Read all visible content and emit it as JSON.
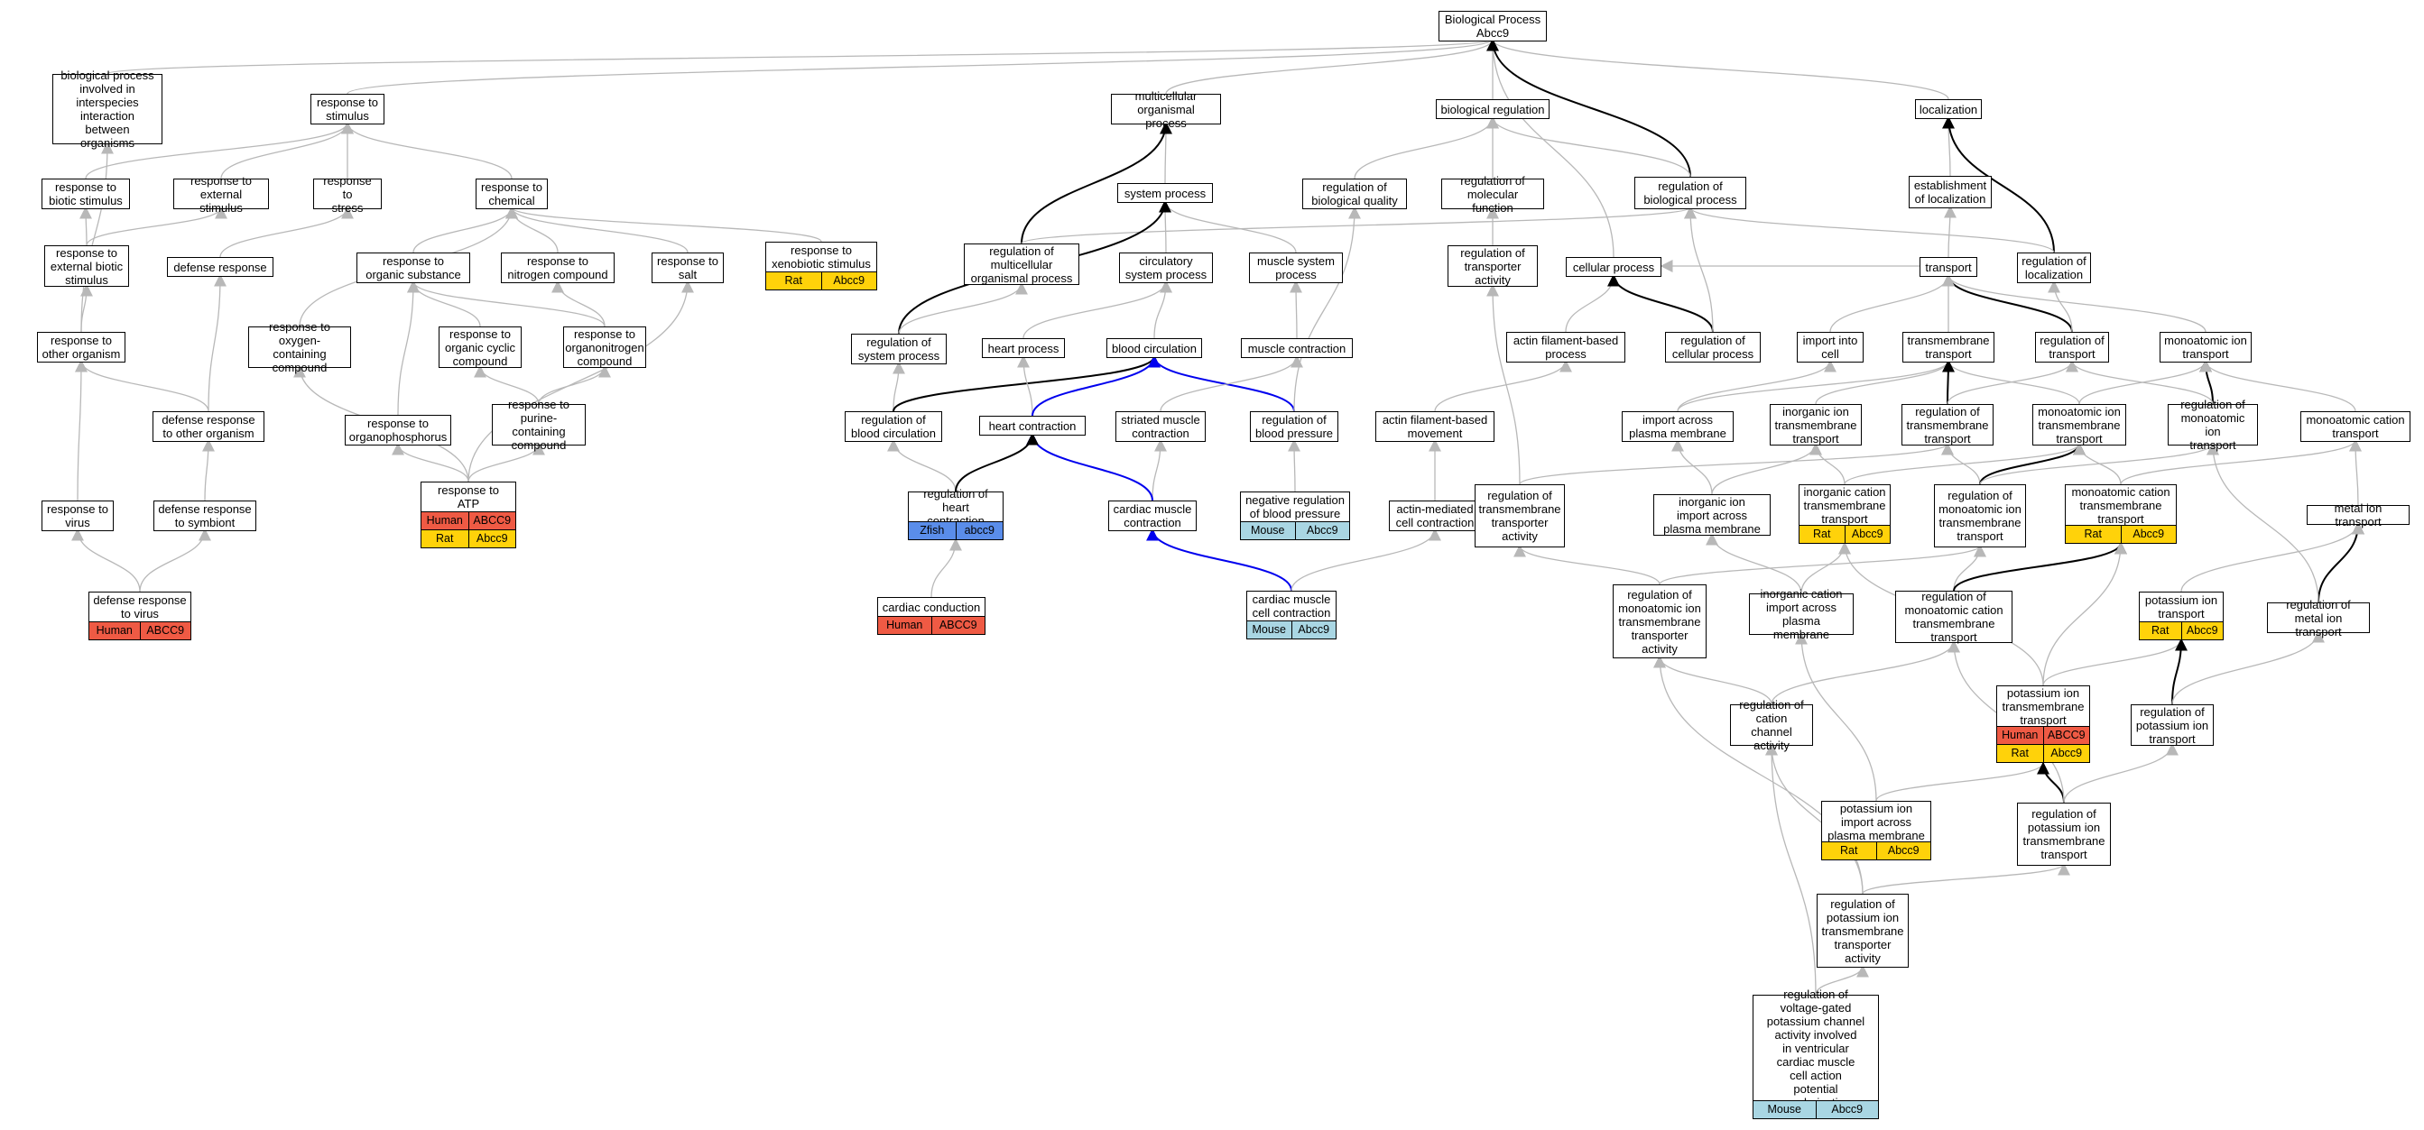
{
  "colors": {
    "Human": "#ef5a44",
    "Rat": "#ffd20a",
    "Mouse": "#a9d6e3",
    "Zfish": "#5a8dea",
    "edge_default": "#b8b8b8",
    "edge_bold": "#000000",
    "edge_blue": "#0000ee"
  },
  "nodes": [
    {
      "id": "bp",
      "label": "Biological Process\nAbcc9"
    },
    {
      "id": "bpinter",
      "label": "biological process\ninvolved in\ninterspecies\ninteraction\nbetween organisms"
    },
    {
      "id": "rstim",
      "label": "response to\nstimulus"
    },
    {
      "id": "mop",
      "label": "multicellular\norganismal process"
    },
    {
      "id": "breg",
      "label": "biological regulation"
    },
    {
      "id": "loc",
      "label": "localization"
    },
    {
      "id": "rbiot",
      "label": "response to\nbiotic stimulus"
    },
    {
      "id": "rext",
      "label": "response to\nexternal stimulus"
    },
    {
      "id": "rstress",
      "label": "response to\nstress"
    },
    {
      "id": "rchem",
      "label": "response to\nchemical"
    },
    {
      "id": "sysp",
      "label": "system process"
    },
    {
      "id": "rbq",
      "label": "regulation of\nbiological quality"
    },
    {
      "id": "rmf",
      "label": "regulation of\nmolecular function"
    },
    {
      "id": "rbp",
      "label": "regulation of\nbiological process"
    },
    {
      "id": "estloc",
      "label": "establishment\nof localization"
    },
    {
      "id": "rxeno",
      "label": "response to\nxenobiotic stimulus",
      "ann": [
        [
          "Rat",
          "Abcc9"
        ]
      ]
    },
    {
      "id": "rextbio",
      "label": "response to\nexternal biotic\nstimulus"
    },
    {
      "id": "defresp",
      "label": "defense response"
    },
    {
      "id": "rorgsub",
      "label": "response to\norganic substance"
    },
    {
      "id": "rnitro",
      "label": "response to\nnitrogen compound"
    },
    {
      "id": "rsalt",
      "label": "response to\nsalt"
    },
    {
      "id": "rmultiop",
      "label": "regulation of\nmulticellular\norganismal process"
    },
    {
      "id": "circsys",
      "label": "circulatory\nsystem process"
    },
    {
      "id": "muscsys",
      "label": "muscle system\nprocess"
    },
    {
      "id": "rtransact",
      "label": "regulation of\ntransporter\nactivity"
    },
    {
      "id": "cellp",
      "label": "cellular process"
    },
    {
      "id": "transport",
      "label": "transport"
    },
    {
      "id": "rlocz",
      "label": "regulation of\nlocalization"
    },
    {
      "id": "rother",
      "label": "response to\nother organism"
    },
    {
      "id": "roxy",
      "label": "response to\noxygen-containing\ncompound"
    },
    {
      "id": "rorgcyc",
      "label": "response to\norganic cyclic\ncompound"
    },
    {
      "id": "rorgnitro",
      "label": "response to\norganonitrogen\ncompound"
    },
    {
      "id": "rsysp",
      "label": "regulation of\nsystem process"
    },
    {
      "id": "heartp",
      "label": "heart process"
    },
    {
      "id": "bloodc",
      "label": "blood circulation"
    },
    {
      "id": "musccon",
      "label": "muscle contraction"
    },
    {
      "id": "actinfp",
      "label": "actin filament-based\nprocess"
    },
    {
      "id": "rcellp",
      "label": "regulation of\ncellular process"
    },
    {
      "id": "importcell",
      "label": "import into\ncell"
    },
    {
      "id": "tmt",
      "label": "transmembrane\ntransport"
    },
    {
      "id": "rtransp",
      "label": "regulation of\ntransport"
    },
    {
      "id": "moit",
      "label": "monoatomic ion\ntransport"
    },
    {
      "id": "defother",
      "label": "defense response\nto other organism"
    },
    {
      "id": "rorgphos",
      "label": "response to\norganophosphorus"
    },
    {
      "id": "rpurine",
      "label": "response to\npurine-containing\ncompound"
    },
    {
      "id": "rbloodc",
      "label": "regulation of\nblood circulation"
    },
    {
      "id": "heartcon",
      "label": "heart contraction"
    },
    {
      "id": "striated",
      "label": "striated muscle\ncontraction"
    },
    {
      "id": "rbloodp",
      "label": "regulation of\nblood pressure"
    },
    {
      "id": "actinmove",
      "label": "actin filament-based\nmovement"
    },
    {
      "id": "importpm",
      "label": "import across\nplasma membrane"
    },
    {
      "id": "iitmt",
      "label": "inorganic ion\ntransmembrane\ntransport"
    },
    {
      "id": "rtmt",
      "label": "regulation of\ntransmembrane\ntransport"
    },
    {
      "id": "moitmt",
      "label": "monoatomic ion\ntransmembrane\ntransport"
    },
    {
      "id": "rmoit",
      "label": "regulation of\nmonoatomic ion\ntransport"
    },
    {
      "id": "mocat",
      "label": "monoatomic cation\ntransport"
    },
    {
      "id": "rvirus",
      "label": "response to\nvirus"
    },
    {
      "id": "defsym",
      "label": "defense response\nto symbiont"
    },
    {
      "id": "ratp",
      "label": "response to\nATP",
      "ann": [
        [
          "Human",
          "ABCC9"
        ],
        [
          "Rat",
          "Abcc9"
        ]
      ]
    },
    {
      "id": "rheartcon",
      "label": "regulation of\nheart contraction",
      "ann": [
        [
          "Zfish",
          "abcc9"
        ]
      ]
    },
    {
      "id": "cardmc",
      "label": "cardiac muscle\ncontraction"
    },
    {
      "id": "negrbp",
      "label": "negative regulation\nof blood pressure",
      "ann": [
        [
          "Mouse",
          "Abcc9"
        ]
      ]
    },
    {
      "id": "actinmed",
      "label": "actin-mediated\ncell contraction"
    },
    {
      "id": "rtmtact",
      "label": "regulation of\ntransmembrane\ntransporter\nactivity"
    },
    {
      "id": "iiimport",
      "label": "inorganic ion\nimport across\nplasma membrane"
    },
    {
      "id": "ictmt",
      "label": "inorganic cation\ntransmembrane\ntransport",
      "ann": [
        [
          "Rat",
          "Abcc9"
        ]
      ]
    },
    {
      "id": "rmoitmt",
      "label": "regulation of\nmonoatomic ion\ntransmembrane\ntransport"
    },
    {
      "id": "mocattmt",
      "label": "monoatomic cation\ntransmembrane\ntransport",
      "ann": [
        [
          "Rat",
          "Abcc9"
        ]
      ]
    },
    {
      "id": "metalit",
      "label": "metal ion transport"
    },
    {
      "id": "defvirus",
      "label": "defense response\nto virus",
      "ann": [
        [
          "Human",
          "ABCC9"
        ]
      ]
    },
    {
      "id": "cardcond",
      "label": "cardiac conduction",
      "ann": [
        [
          "Human",
          "ABCC9"
        ]
      ]
    },
    {
      "id": "cardmcc",
      "label": "cardiac muscle\ncell contraction",
      "ann": [
        [
          "Mouse",
          "Abcc9"
        ]
      ]
    },
    {
      "id": "rmoittact",
      "label": "regulation of\nmonoatomic ion\ntransmembrane\ntransporter\nactivity"
    },
    {
      "id": "icimport",
      "label": "inorganic cation\nimport across\nplasma membrane"
    },
    {
      "id": "rmocattmt",
      "label": "regulation of\nmonoatomic cation\ntransmembrane\ntransport"
    },
    {
      "id": "kit",
      "label": "potassium ion\ntransport",
      "ann": [
        [
          "Rat",
          "Abcc9"
        ]
      ]
    },
    {
      "id": "rmetal",
      "label": "regulation of\nmetal ion transport"
    },
    {
      "id": "kitmt",
      "label": "potassium ion\ntransmembrane\ntransport",
      "ann": [
        [
          "Human",
          "ABCC9"
        ],
        [
          "Rat",
          "Abcc9"
        ]
      ]
    },
    {
      "id": "rcatchan",
      "label": "regulation of\ncation channel\nactivity"
    },
    {
      "id": "rkit",
      "label": "regulation of\npotassium ion\ntransport"
    },
    {
      "id": "kimport",
      "label": "potassium ion\nimport across\nplasma membrane",
      "ann": [
        [
          "Rat",
          "Abcc9"
        ]
      ]
    },
    {
      "id": "rkitmt",
      "label": "regulation of\npotassium ion\ntransmembrane\ntransport"
    },
    {
      "id": "rkitmtact",
      "label": "regulation of\npotassium ion\ntransmembrane\ntransporter\nactivity"
    },
    {
      "id": "rvgk",
      "label": "regulation of\nvoltage-gated\npotassium channel\nactivity involved\nin ventricular\ncardiac muscle\ncell action\npotential repolarization",
      "ann": [
        [
          "Mouse",
          "Abcc9"
        ]
      ]
    }
  ],
  "edges": [
    [
      "bpinter",
      "bp"
    ],
    [
      "rstim",
      "bp"
    ],
    [
      "mop",
      "bp"
    ],
    [
      "breg",
      "bp"
    ],
    [
      "loc",
      "bp"
    ],
    [
      "cellp",
      "bp"
    ],
    [
      "rbp",
      "bp",
      "b"
    ],
    [
      "rbiot",
      "rstim"
    ],
    [
      "rext",
      "rstim"
    ],
    [
      "rstress",
      "rstim"
    ],
    [
      "rchem",
      "rstim"
    ],
    [
      "rother",
      "bpinter"
    ],
    [
      "rextbio",
      "rbiot"
    ],
    [
      "rextbio",
      "rext"
    ],
    [
      "rother",
      "rextbio"
    ],
    [
      "defresp",
      "rstress"
    ],
    [
      "defother",
      "defresp"
    ],
    [
      "defother",
      "rother"
    ],
    [
      "rvirus",
      "rother"
    ],
    [
      "defsym",
      "defother"
    ],
    [
      "defvirus",
      "rvirus"
    ],
    [
      "defvirus",
      "defsym"
    ],
    [
      "rorgsub",
      "rchem"
    ],
    [
      "rnitro",
      "rchem"
    ],
    [
      "rsalt",
      "rchem"
    ],
    [
      "rxeno",
      "rchem"
    ],
    [
      "roxy",
      "rchem"
    ],
    [
      "rorgcyc",
      "rorgsub"
    ],
    [
      "rorgnitro",
      "rorgsub"
    ],
    [
      "rorgnitro",
      "rnitro"
    ],
    [
      "rorgphos",
      "rorgsub"
    ],
    [
      "rpurine",
      "rorgcyc"
    ],
    [
      "rpurine",
      "rorgnitro"
    ],
    [
      "ratp",
      "rorgphos"
    ],
    [
      "ratp",
      "rpurine"
    ],
    [
      "ratp",
      "roxy"
    ],
    [
      "ratp",
      "rsalt"
    ],
    [
      "sysp",
      "mop"
    ],
    [
      "rmultiop",
      "mop",
      "b"
    ],
    [
      "rmultiop",
      "rbp"
    ],
    [
      "circsys",
      "sysp"
    ],
    [
      "muscsys",
      "sysp"
    ],
    [
      "rsysp",
      "sysp",
      "b"
    ],
    [
      "rsysp",
      "rmultiop"
    ],
    [
      "heartp",
      "circsys"
    ],
    [
      "bloodc",
      "circsys"
    ],
    [
      "musccon",
      "muscsys"
    ],
    [
      "rbloodc",
      "rsysp"
    ],
    [
      "rbloodc",
      "bloodc",
      "b"
    ],
    [
      "heartcon",
      "heartp"
    ],
    [
      "heartcon",
      "bloodc",
      "u"
    ],
    [
      "rbloodp",
      "bloodc",
      "u"
    ],
    [
      "rbloodp",
      "rbq"
    ],
    [
      "striated",
      "musccon"
    ],
    [
      "cardmc",
      "striated"
    ],
    [
      "cardmc",
      "heartcon",
      "u"
    ],
    [
      "rheartcon",
      "rbloodc"
    ],
    [
      "rheartcon",
      "heartcon",
      "b"
    ],
    [
      "cardcond",
      "rheartcon"
    ],
    [
      "negrbp",
      "rbloodp"
    ],
    [
      "cardmcc",
      "cardmc",
      "u"
    ],
    [
      "cardmcc",
      "actinmed"
    ],
    [
      "rbq",
      "breg"
    ],
    [
      "rmf",
      "breg"
    ],
    [
      "rbp",
      "breg"
    ],
    [
      "rtransact",
      "rmf"
    ],
    [
      "rtmtact",
      "rtransact"
    ],
    [
      "actinfp",
      "cellp"
    ],
    [
      "rcellp",
      "cellp",
      "b"
    ],
    [
      "rcellp",
      "rbp"
    ],
    [
      "actinmove",
      "actinfp"
    ],
    [
      "actinmed",
      "actinmove"
    ],
    [
      "estloc",
      "loc"
    ],
    [
      "rlocz",
      "loc",
      "b"
    ],
    [
      "rlocz",
      "rbp"
    ],
    [
      "transport",
      "estloc"
    ],
    [
      "rtransp",
      "transport",
      "b"
    ],
    [
      "rtransp",
      "rlocz"
    ],
    [
      "transport",
      "cellp"
    ],
    [
      "importcell",
      "transport"
    ],
    [
      "tmt",
      "transport"
    ],
    [
      "moit",
      "transport"
    ],
    [
      "importpm",
      "importcell"
    ],
    [
      "importpm",
      "tmt"
    ],
    [
      "iitmt",
      "tmt"
    ],
    [
      "moitmt",
      "tmt"
    ],
    [
      "moitmt",
      "moit"
    ],
    [
      "rtmt",
      "tmt",
      "b"
    ],
    [
      "rtmt",
      "rtransp"
    ],
    [
      "rmoit",
      "moit",
      "b"
    ],
    [
      "rmoit",
      "rtransp"
    ],
    [
      "mocat",
      "moit"
    ],
    [
      "iiimport",
      "importpm"
    ],
    [
      "iiimport",
      "iitmt"
    ],
    [
      "ictmt",
      "iitmt"
    ],
    [
      "ictmt",
      "moitmt"
    ],
    [
      "rmoitmt",
      "rtmt"
    ],
    [
      "rmoitmt",
      "moitmt",
      "b"
    ],
    [
      "rmoitmt",
      "rmoit"
    ],
    [
      "mocattmt",
      "moitmt"
    ],
    [
      "mocattmt",
      "mocat"
    ],
    [
      "rtmtact",
      "rtmt"
    ],
    [
      "rmoittact",
      "rtmtact"
    ],
    [
      "rmoittact",
      "rmoitmt"
    ],
    [
      "icimport",
      "iiimport"
    ],
    [
      "icimport",
      "ictmt"
    ],
    [
      "rmocattmt",
      "rmoitmt"
    ],
    [
      "rmocattmt",
      "mocattmt",
      "b"
    ],
    [
      "metalit",
      "mocat"
    ],
    [
      "rmetal",
      "metalit",
      "b"
    ],
    [
      "rmetal",
      "rmoit"
    ],
    [
      "kit",
      "metalit"
    ],
    [
      "kitmt",
      "ictmt"
    ],
    [
      "kitmt",
      "mocattmt"
    ],
    [
      "kitmt",
      "kit"
    ],
    [
      "rkit",
      "kit",
      "b"
    ],
    [
      "rkit",
      "rmetal"
    ],
    [
      "rcatchan",
      "rmoittact"
    ],
    [
      "rcatchan",
      "rmocattmt"
    ],
    [
      "kimport",
      "icimport"
    ],
    [
      "kimport",
      "kitmt"
    ],
    [
      "rkitmt",
      "kitmt",
      "b"
    ],
    [
      "rkitmt",
      "rmocattmt"
    ],
    [
      "rkitmt",
      "rkit"
    ],
    [
      "rkitmtact",
      "rcatchan"
    ],
    [
      "rkitmtact",
      "rkitmt"
    ],
    [
      "rkitmtact",
      "rmoittact"
    ],
    [
      "rvgk",
      "rkitmtact"
    ],
    [
      "rvgk",
      "rcatchan"
    ]
  ]
}
